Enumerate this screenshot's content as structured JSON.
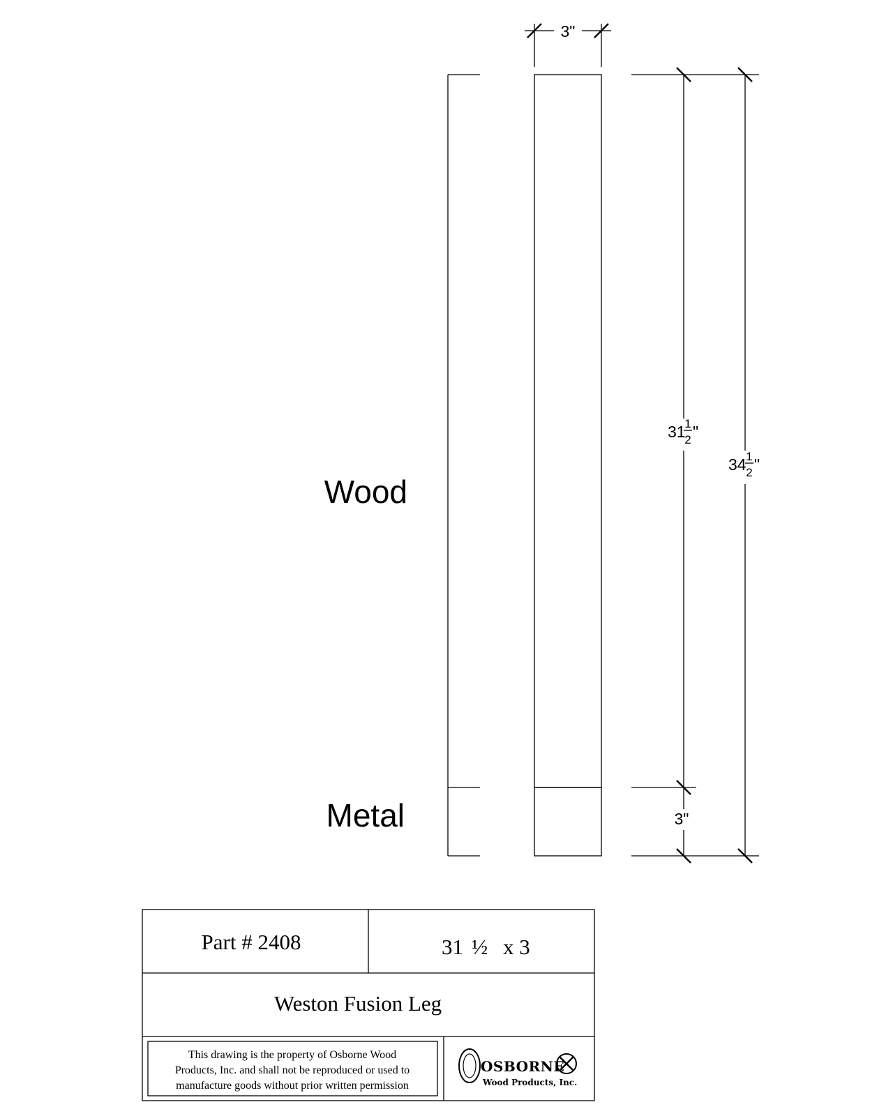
{
  "labels": {
    "wood": "Wood",
    "metal": "Metal"
  },
  "dimensions": {
    "width": "3\"",
    "wood_height_whole": "31",
    "wood_height_num": "1",
    "wood_height_den": "2",
    "total_height_whole": "34",
    "total_height_num": "1",
    "total_height_den": "2",
    "metal_height": "3\"",
    "inch_mark": "\""
  },
  "title_block": {
    "part_number": "Part # 2408",
    "size_whole": "31",
    "size_fraction": "½",
    "size_rest": "x 3",
    "name": "Weston Fusion Leg",
    "notice_line1": "This drawing is the property of Osborne Wood",
    "notice_line2": "Products, Inc. and shall not be reproduced or used to",
    "notice_line3": "manufacture goods without prior written permission",
    "logo_name": "OSBORNE",
    "logo_sub": "Wood Products, Inc."
  }
}
